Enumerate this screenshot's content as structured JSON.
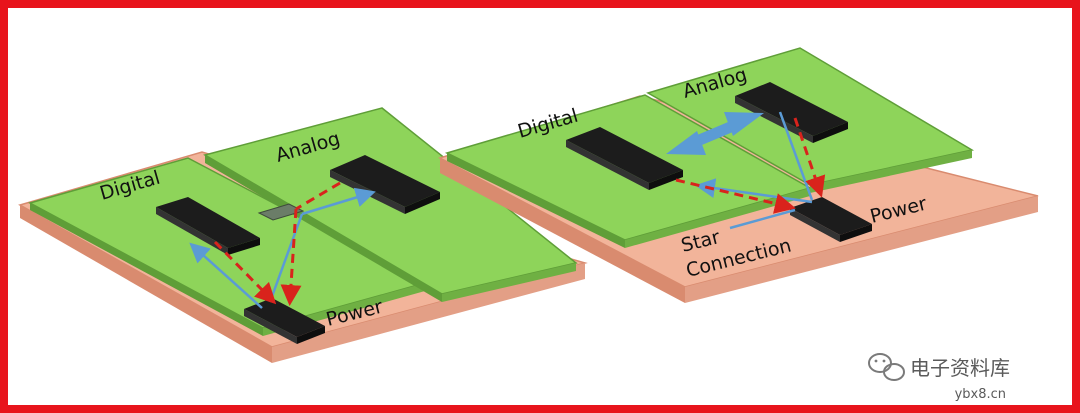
{
  "labels": {
    "left_digital": "Digital",
    "left_analog": "Analog",
    "left_power": "Power",
    "right_digital": "Digital",
    "right_analog": "Analog",
    "right_power": "Power",
    "right_star_line1": "Star",
    "right_star_line2": "Connection"
  },
  "watermark": {
    "name": "电子资料库",
    "url": "ybx8.cn"
  },
  "colors": {
    "frame": "#e8141c",
    "board_green": "#8ed45a",
    "board_green_edge": "#5f9e38",
    "ground_plane": "#f2b49a",
    "ground_plane_edge": "#d98b6f",
    "chip": "#1c1c1c",
    "signal_arrow": "#5b9bd5",
    "return_path": "#d9231c"
  }
}
